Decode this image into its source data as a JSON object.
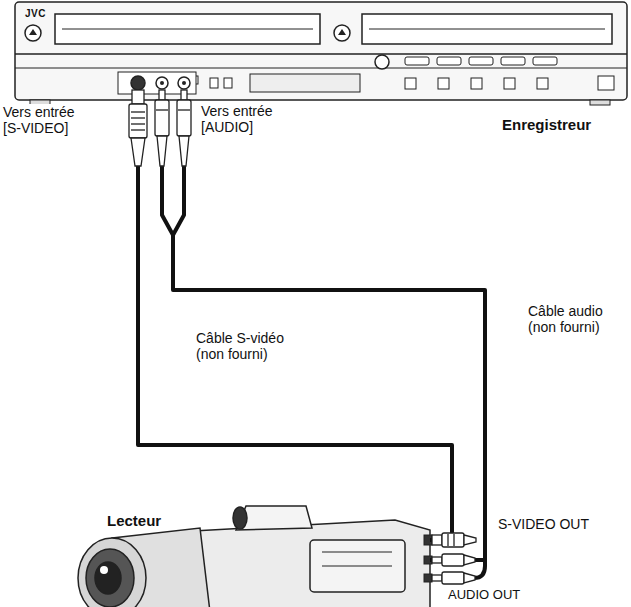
{
  "diagram": {
    "nodes": [
      {
        "text": [
          "JVC",
          "Enregistreur"
        ]
      },
      {
        "text": [
          "Lecteur"
        ]
      }
    ],
    "edges": [
      {
        "from": 0,
        "to": 1,
        "label": "Câble S-vidéo (non fourni)",
        "arrow": "none"
      },
      {
        "from": 0,
        "to": 1,
        "label": "Câble audio (non fourni)",
        "arrow": "none"
      }
    ],
    "labels": [
      "Vers entrée [S-VIDEO]",
      "Vers entrée [AUDIO]",
      "S-VIDEO OUT",
      "AUDIO OUT"
    ]
  }
}
